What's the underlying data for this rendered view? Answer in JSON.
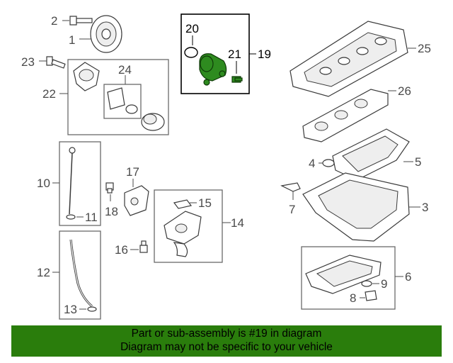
{
  "diagram": {
    "callouts": {
      "c1": "1",
      "c2": "2",
      "c3": "3",
      "c4": "4",
      "c5": "5",
      "c6": "6",
      "c7": "7",
      "c8": "8",
      "c9": "9",
      "c10": "10",
      "c11": "11",
      "c12": "12",
      "c13": "13",
      "c14": "14",
      "c15": "15",
      "c16": "16",
      "c17": "17",
      "c18": "18",
      "c19": "19",
      "c20": "20",
      "c21": "21",
      "c22": "22",
      "c23": "23",
      "c24": "24",
      "c25": "25",
      "c26": "26"
    },
    "highlight_color": "#2e8b1f"
  },
  "banner": {
    "line1": "Part or sub-assembly is #19 in diagram",
    "line2": "Diagram may not be specific to your vehicle",
    "background": "#2a7d0c"
  }
}
